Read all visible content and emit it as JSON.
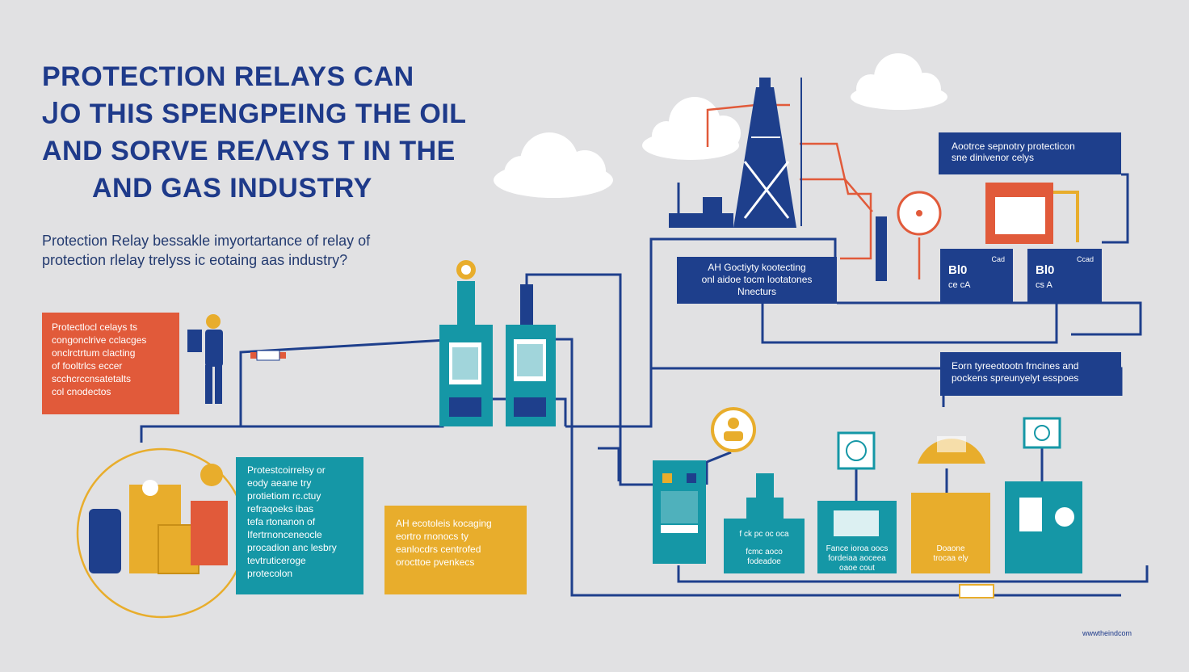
{
  "title": {
    "line1": "PROTECTION RELAYS CAN",
    "line2": "ᒍO THIS SPENGPEING THE OIL",
    "line3": "AND SORVE REꓥAYS T IN THE",
    "line4": "AND GAS INDUSTRY"
  },
  "subtitle": {
    "line1": "Protection Relay bessakle imyortartance of relay of",
    "line2": "protection rlelay trelyss ic eotaing aas industry?"
  },
  "red_box": [
    "Protectlocl celays ts",
    "congonclrive cclacges",
    "onclrctrtum clacting",
    "of fooltrlcs eccer",
    "scchcrccnsatetalts",
    "col cnodectos"
  ],
  "teal_box": [
    "Protestcoirrelsy or",
    "eody aeane try",
    "protietiom rc.ctuy",
    "refraqoeks ibas",
    "tefa rtonanon of",
    "Ifertrnonceneocle",
    "procadion anc lesbry",
    "tevtruticeroge",
    "protecolon"
  ],
  "yellow_box": [
    "AH ecotoleis kocaging",
    "eortro rnonocs ty",
    "eanlocdrs centrofed",
    "orocttoe pvenkecs"
  ],
  "navy_top_right": [
    "Aootrce sepnotry protecticon",
    "sne dinivenor celys"
  ],
  "navy_middle": [
    "AH Goctiyty kootecting",
    "onl aidoe tocm lootatones",
    "Nnecturs"
  ],
  "navy_lower_right": [
    "Eorn tyreeotootn frncines and",
    "pockens spreunyelyt esspoes"
  ],
  "relay_card_1": [
    "Bl0",
    "ce cA",
    "Cad"
  ],
  "relay_card_2": [
    "Bl0",
    "cs A",
    "Ccad"
  ],
  "panel_labels": {
    "p1": [
      "f ck pc oc oca",
      "fcmc aoco",
      "fodeadoe"
    ],
    "p2": [
      "Fance ioroa oocs",
      "fordeiaa aoceea",
      "oaoe cout"
    ],
    "p3": [
      "Doaone",
      "trocaa ely"
    ]
  },
  "footer": "wwwtheindcom",
  "colors": {
    "background": "#e1e1e3",
    "navy": "#1e3f8c",
    "red": "#e15a3a",
    "teal": "#1597a6",
    "yellow": "#e8ad2c",
    "pipe": "#1e3f8c",
    "orange_wire": "#e15a3a"
  },
  "icons": [
    "cloud-icon",
    "oil-derrick-icon",
    "worker-icon",
    "gauge-icon",
    "relay-cabinet-icon",
    "transformer-icon",
    "relay-panel-icon",
    "person-badge-icon",
    "clock-badge-icon"
  ]
}
